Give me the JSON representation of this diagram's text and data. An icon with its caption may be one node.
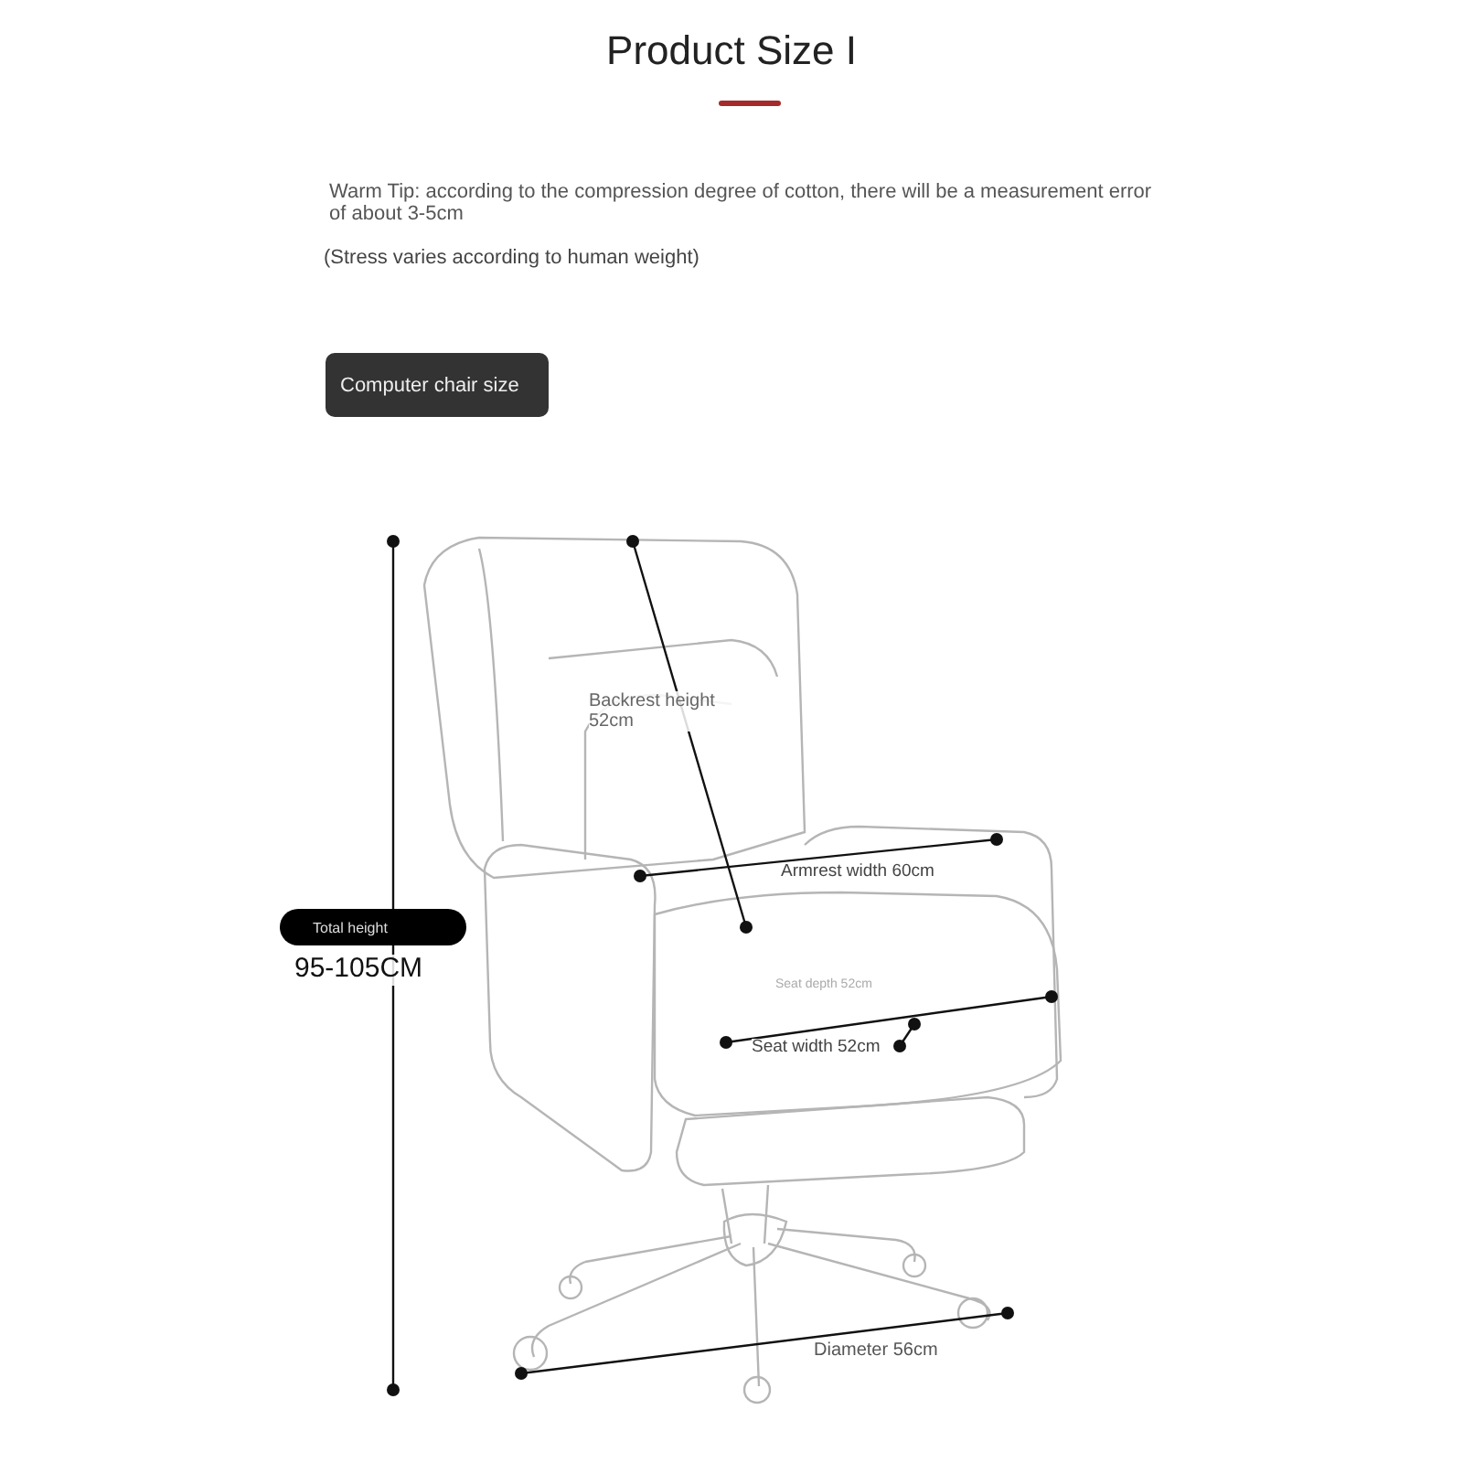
{
  "diagram": {
    "title": "Product Size I",
    "nodes": [
      {
        "text": [
          "Computer chair size"
        ]
      },
      {
        "text": [
          "Total height"
        ]
      }
    ],
    "labels": [
      "Warm Tip: according to the compression degree of cotton, there will be a measurement error of about 3-5cm",
      "(Stress varies according to human weight)",
      "95-105CM",
      "Backrest height 52cm",
      "Armrest width 60cm",
      "Seat depth 52cm",
      "Seat width 52cm",
      "Diameter 56cm"
    ]
  }
}
